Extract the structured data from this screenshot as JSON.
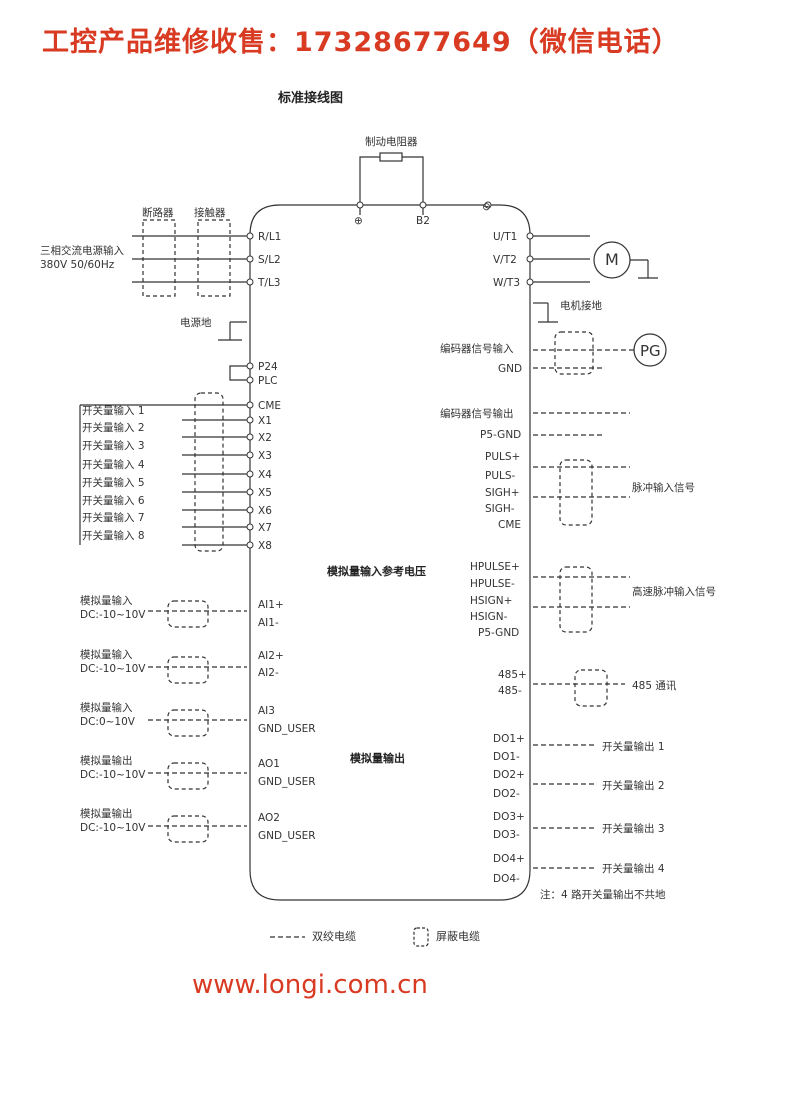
{
  "banner": "工控产品维修收售：17328677649（微信电话）",
  "title": "标准接线图",
  "brake_resistor": "制动电阻器",
  "plus_sign": "⊕",
  "minus_sign": "⊖",
  "b2": "B2",
  "breaker": "断路器",
  "contactor": "接触器",
  "power_input_line1": "三相交流电源输入",
  "power_input_line2": "380V  50/60Hz",
  "power_ground": "电源地",
  "motor": "M",
  "motor_ground": "电机接地",
  "encoder": "PG",
  "left_terminals": {
    "power": [
      "R/L1",
      "S/L2",
      "T/L3"
    ],
    "p24": "P24",
    "plc": "PLC",
    "cme": "CME",
    "inputs": [
      "X1",
      "X2",
      "X3",
      "X4",
      "X5",
      "X6",
      "X7",
      "X8"
    ],
    "ai1": [
      "AI1+",
      "AI1-"
    ],
    "ai2": [
      "AI2+",
      "AI2-"
    ],
    "ai3": [
      "AI3",
      "GND_USER"
    ],
    "ao1": [
      "AO1",
      "GND_USER"
    ],
    "ao2": [
      "AO2",
      "GND_USER"
    ]
  },
  "switch_inputs": [
    "开关量输入 1",
    "开关量输入 2",
    "开关量输入 3",
    "开关量输入 4",
    "开关量输入 5",
    "开关量输入 6",
    "开关量输入 7",
    "开关量输入 8"
  ],
  "analog_groups": [
    {
      "l1": "模拟量输入",
      "l2": "DC:-10~10V"
    },
    {
      "l1": "模拟量输入",
      "l2": "DC:-10~10V"
    },
    {
      "l1": "模拟量输入",
      "l2": "DC:0~10V"
    },
    {
      "l1": "模拟量输出",
      "l2": "DC:-10~10V"
    },
    {
      "l1": "模拟量输出",
      "l2": "DC:-10~10V"
    }
  ],
  "center_label_1": "模拟量输入参考电压",
  "center_label_2": "模拟量输出",
  "right_terminals": {
    "motor": [
      "U/T1",
      "V/T2",
      "W/T3"
    ],
    "enc_in": "编码器信号输入",
    "gnd": "GND",
    "enc_out": "编码器信号输出",
    "p5gnd": "P5-GND",
    "pulse": [
      "PULS+",
      "PULS-",
      "SIGH+",
      "SIGH-",
      "CME"
    ],
    "pulse_label": "脉冲输入信号",
    "hpulse": [
      "HPULSE+",
      "HPULSE-",
      "HSIGN+",
      "HSIGN-",
      "P5-GND"
    ],
    "hpulse_label": "高速脉冲输入信号",
    "rs485": [
      "485+",
      "485-"
    ],
    "rs485_label": "485 通讯",
    "do": [
      "DO1+",
      "DO1-",
      "DO2+",
      "DO2-",
      "DO3+",
      "DO3-",
      "DO4+",
      "DO4-"
    ],
    "do_labels": [
      "开关量输出 1",
      "开关量输出 2",
      "开关量输出 3",
      "开关量输出 4"
    ],
    "note": "注：4 路开关量输出不共地"
  },
  "legend_twisted": "双绞电缆",
  "legend_shielded": "屏蔽电缆",
  "url": "www.longi.com.cn"
}
